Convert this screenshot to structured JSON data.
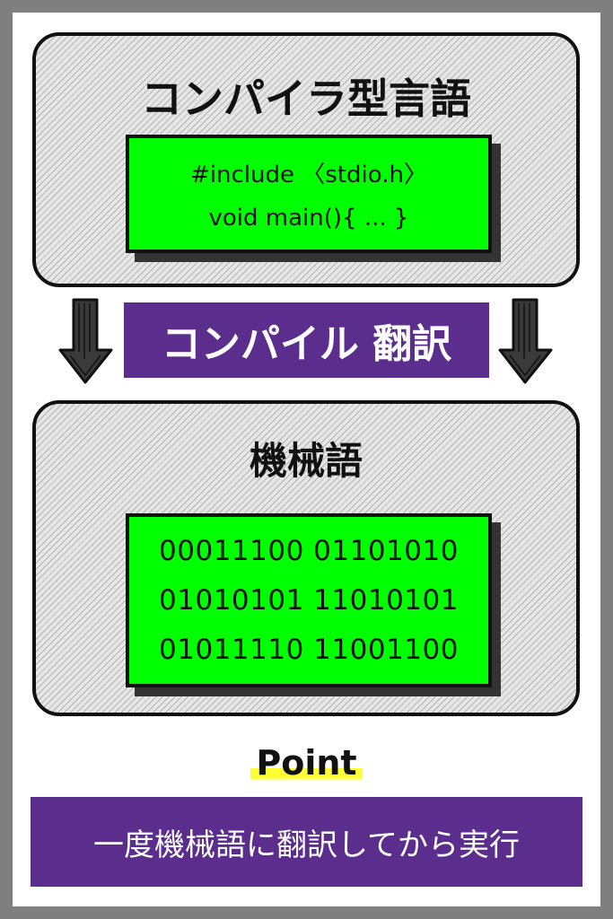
{
  "source_panel": {
    "title": "コンパイラ型言語",
    "code_lines": [
      "#include 〈stdio.h〉",
      "void main(){ ... }"
    ]
  },
  "process": {
    "label": "コンパイル 翻訳",
    "arrow_icon": "down-arrow-icon"
  },
  "output_panel": {
    "title": "機械語",
    "binary_lines": [
      "00011100 01101010",
      "01010101 11010101",
      "01011110 11001100"
    ]
  },
  "point": {
    "label": "Point",
    "summary": "一度機械語に翻訳してから実行"
  },
  "colors": {
    "code_bg": "#00ff00",
    "banner_bg": "#5b2d8c",
    "highlight": "#ffff33",
    "frame": "#7f7f7f"
  }
}
